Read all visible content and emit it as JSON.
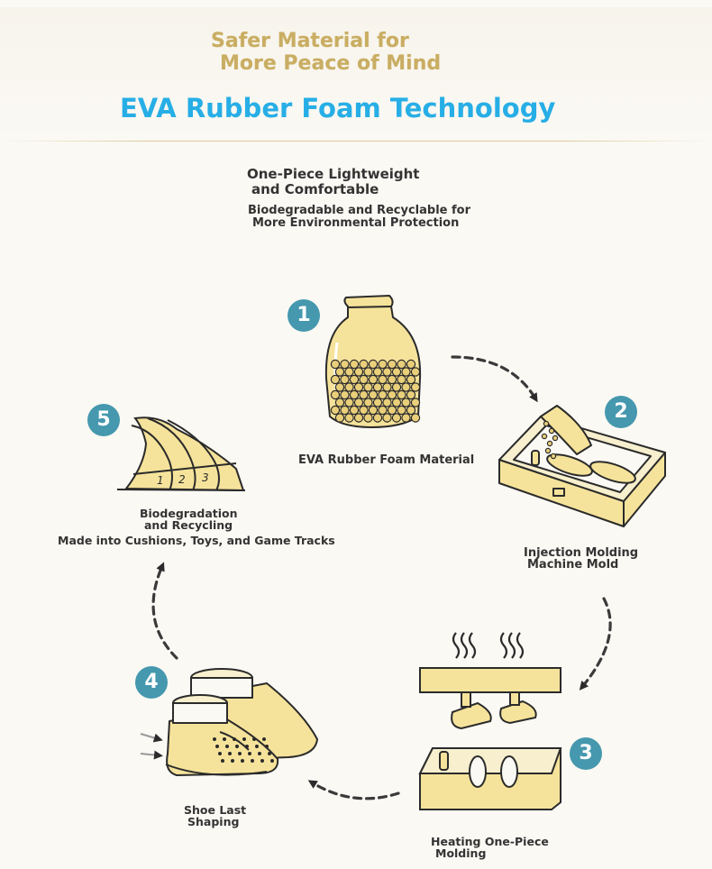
{
  "header": {
    "subtitle_line1": "Safer Material for",
    "subtitle_line2": "More Peace of Mind",
    "title": "EVA Rubber Foam Technology"
  },
  "features": {
    "line1": "One-Piece Lightweight",
    "line2": "and Comfortable",
    "line3": "Biodegradable and Recyclable for",
    "line4": "More Environmental Protection"
  },
  "steps": [
    {
      "number": "1",
      "label": "EVA Rubber Foam Material"
    },
    {
      "number": "2",
      "label_line1": "Injection Molding",
      "label_line2": "Machine Mold"
    },
    {
      "number": "3",
      "label_line1": "Heating One-Piece",
      "label_line2": "Molding"
    },
    {
      "number": "4",
      "label_line1": "Shoe Last",
      "label_line2": "Shaping"
    },
    {
      "number": "5",
      "label_line1": "Biodegradation",
      "label_line2": "and Recycling",
      "label_line3": "Made into Cushions, Toys, and Game Tracks"
    }
  ],
  "track_numbers": [
    "1",
    "2",
    "3"
  ],
  "colors": {
    "gold": "#c9ad63",
    "blue_title": "#27aee6",
    "badge": "#4598ae",
    "fill_yellow": "#f6e39b",
    "outline": "#2b2b2b"
  }
}
